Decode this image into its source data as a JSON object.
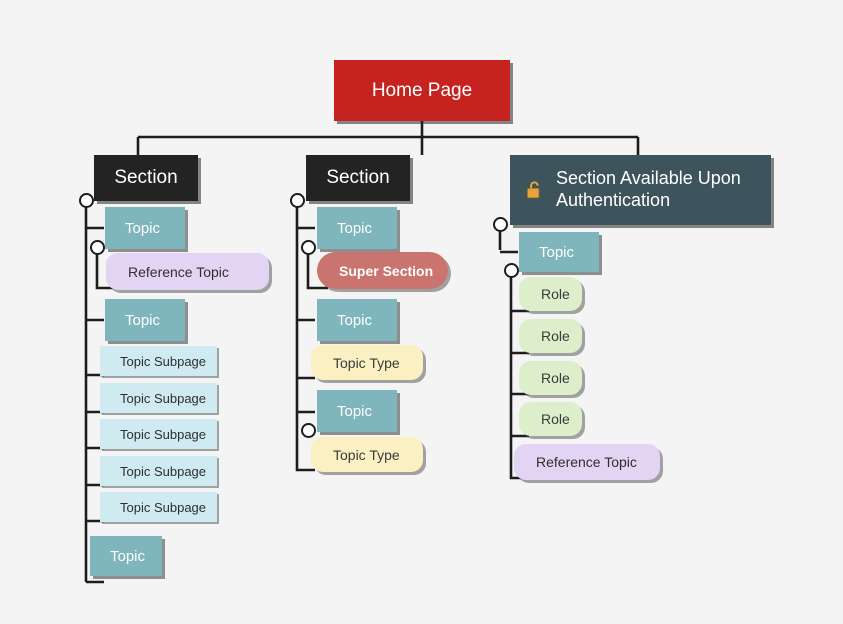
{
  "diagram": {
    "title": "Home Page",
    "background_color": "#f4f4f4",
    "root": {
      "label": "Home Page",
      "color": "#c62320"
    },
    "legend_colors": {
      "root": "#c62320",
      "section": "#232323",
      "section_auth": "#3d545c",
      "topic": "#7fb5bd",
      "topic_subpage": "#cfeaf0",
      "reference_topic": "#e2d4f2",
      "super_section": "#c9746e",
      "topic_type": "#faf0c2",
      "role": "#ddeecb",
      "connector": "#1d1d1d",
      "lock": "#e8a33d"
    },
    "columns": [
      {
        "name": "column-1",
        "section_label": "Section",
        "nodes": [
          {
            "type": "topic",
            "label": "Topic"
          },
          {
            "type": "reference_topic",
            "label": "Reference Topic"
          },
          {
            "type": "topic",
            "label": "Topic"
          },
          {
            "type": "topic_subpage",
            "label": "Topic Subpage"
          },
          {
            "type": "topic_subpage",
            "label": "Topic Subpage"
          },
          {
            "type": "topic_subpage",
            "label": "Topic Subpage"
          },
          {
            "type": "topic_subpage",
            "label": "Topic Subpage"
          },
          {
            "type": "topic_subpage",
            "label": "Topic Subpage"
          },
          {
            "type": "topic",
            "label": "Topic"
          }
        ]
      },
      {
        "name": "column-2",
        "section_label": "Section",
        "nodes": [
          {
            "type": "topic",
            "label": "Topic"
          },
          {
            "type": "super_section",
            "label": "Super Section"
          },
          {
            "type": "topic",
            "label": "Topic"
          },
          {
            "type": "topic_type",
            "label": "Topic Type"
          },
          {
            "type": "topic",
            "label": "Topic"
          },
          {
            "type": "topic_type",
            "label": "Topic Type"
          }
        ]
      },
      {
        "name": "column-3",
        "section_label": "Section Available Upon Authentication",
        "section_icon": "unlocked-padlock-icon",
        "nodes": [
          {
            "type": "topic",
            "label": "Topic"
          },
          {
            "type": "role",
            "label": "Role"
          },
          {
            "type": "role",
            "label": "Role"
          },
          {
            "type": "role",
            "label": "Role"
          },
          {
            "type": "role",
            "label": "Role"
          },
          {
            "type": "reference_topic",
            "label": "Reference Topic"
          }
        ]
      }
    ]
  }
}
